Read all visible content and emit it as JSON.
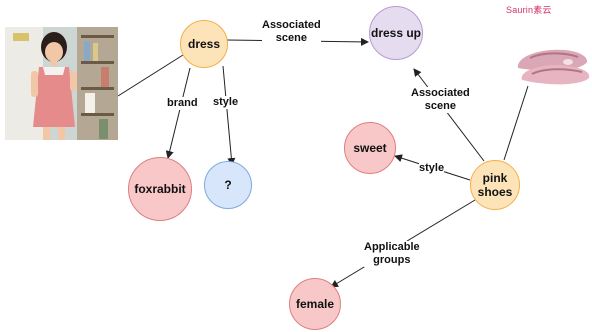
{
  "logo": {
    "text": "Saurin素云"
  },
  "nodes": {
    "dress": "dress",
    "dress_up": "dress up",
    "sweet": "sweet",
    "pink_shoes": "pink\nshoes",
    "foxrabbit": "foxrabbit",
    "unknown": "?",
    "female": "female"
  },
  "edges": {
    "dress_to_scene": "Associated\nscene",
    "dress_brand": "brand",
    "dress_style": "style",
    "shoes_to_scene": "Associated\nscene",
    "shoes_style": "style",
    "shoes_groups": "Applicable\ngroups"
  },
  "colors": {
    "orange_node": "#fde3b8",
    "purple_node": "#e6dcf0",
    "red_node": "#f8c7c7",
    "blue_node": "#d7e6fb"
  }
}
